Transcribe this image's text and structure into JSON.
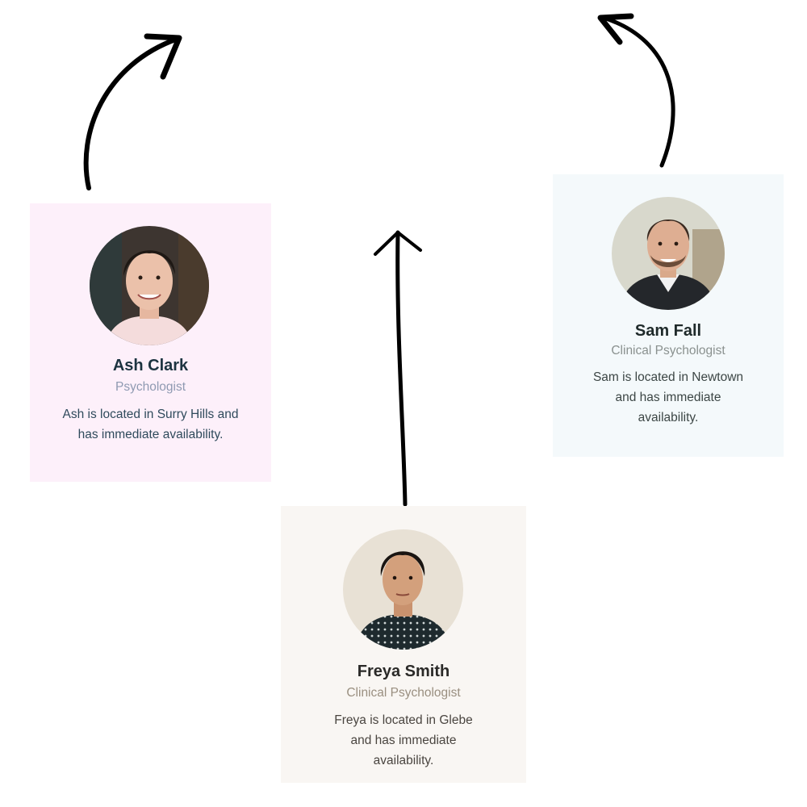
{
  "colors": {
    "ash_card_bg": "#fdf0fa",
    "sam_card_bg": "#f4f9fb",
    "freya_card_bg": "#f9f6f3",
    "arrow_stroke": "#000000"
  },
  "profiles": {
    "ash": {
      "name": "Ash Clark",
      "role": "Psychologist",
      "description": "Ash is located in Surry Hills and has immediate availability.",
      "avatar_icon": "avatar-photo-ash"
    },
    "sam": {
      "name": "Sam Fall",
      "role": "Clinical Psychologist",
      "description": "Sam is located in Newtown and has immediate availability.",
      "avatar_icon": "avatar-photo-sam"
    },
    "freya": {
      "name": "Freya Smith",
      "role": "Clinical Psychologist",
      "description": "Freya is located in Glebe and has immediate availability.",
      "avatar_icon": "avatar-photo-freya"
    }
  },
  "arrows": [
    {
      "icon": "curved-arrow-up-right-icon"
    },
    {
      "icon": "straight-arrow-up-icon"
    },
    {
      "icon": "curved-arrow-up-left-icon"
    }
  ]
}
